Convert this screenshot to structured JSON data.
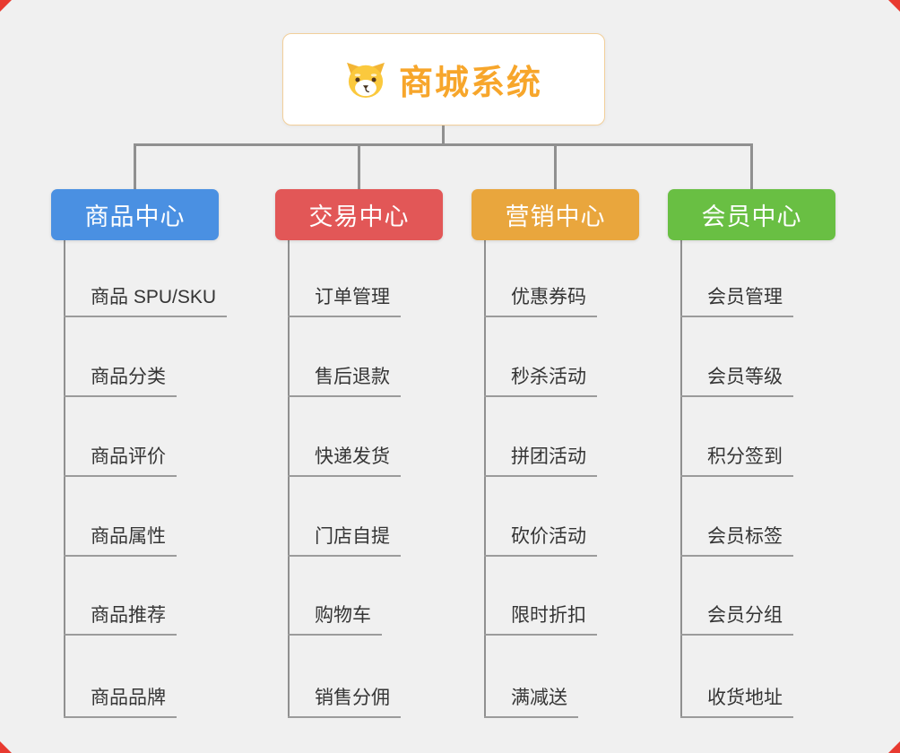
{
  "root": {
    "title": "商城系统",
    "title_color": "#f7a62b",
    "icon": "dog-face-icon",
    "border_color": "#f2cf9a"
  },
  "colors": {
    "line": "#909090",
    "background": "#f0f0f0",
    "corner_mark": "#e83a30"
  },
  "branches": [
    {
      "label": "商品中心",
      "color": "#4a90e2",
      "children": [
        "商品 SPU/SKU",
        "商品分类",
        "商品评价",
        "商品属性",
        "商品推荐",
        "商品品牌"
      ]
    },
    {
      "label": "交易中心",
      "color": "#e25757",
      "children": [
        "订单管理",
        "售后退款",
        "快递发货",
        "门店自提",
        "购物车",
        "销售分佣"
      ]
    },
    {
      "label": "营销中心",
      "color": "#e9a63d",
      "children": [
        "优惠券码",
        "秒杀活动",
        "拼团活动",
        "砍价活动",
        "限时折扣",
        "满减送"
      ]
    },
    {
      "label": "会员中心",
      "color": "#69bf43",
      "children": [
        "会员管理",
        "会员等级",
        "积分签到",
        "会员标签",
        "会员分组",
        "收货地址"
      ]
    }
  ]
}
